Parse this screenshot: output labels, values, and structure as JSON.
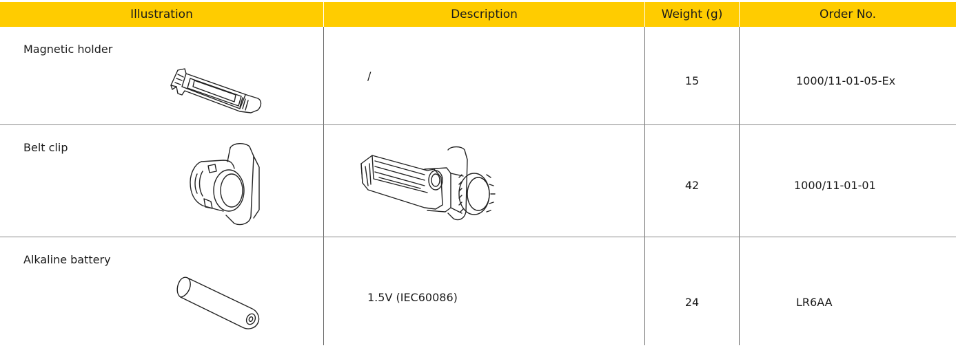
{
  "header": {
    "illustration": "Illustration",
    "description": "Description",
    "weight": "Weight (g)",
    "order_no": "Order No."
  },
  "rows": [
    {
      "name": "Magnetic holder",
      "description": "/",
      "weight": "15",
      "order_no": "1000/11-01-05-Ex",
      "icon": "magnetic-holder-icon"
    },
    {
      "name": "Belt clip",
      "description": "",
      "weight": "42",
      "order_no": "1000/11-01-01",
      "icon": "belt-clip-icon"
    },
    {
      "name": "Alkaline battery",
      "description": "1.5V (IEC60086)",
      "weight": "24",
      "order_no": "LR6AA",
      "icon": "battery-icon"
    }
  ],
  "colors": {
    "header_bg": "#ffcc00",
    "text": "#1a1a1a",
    "grid": "#666666"
  }
}
